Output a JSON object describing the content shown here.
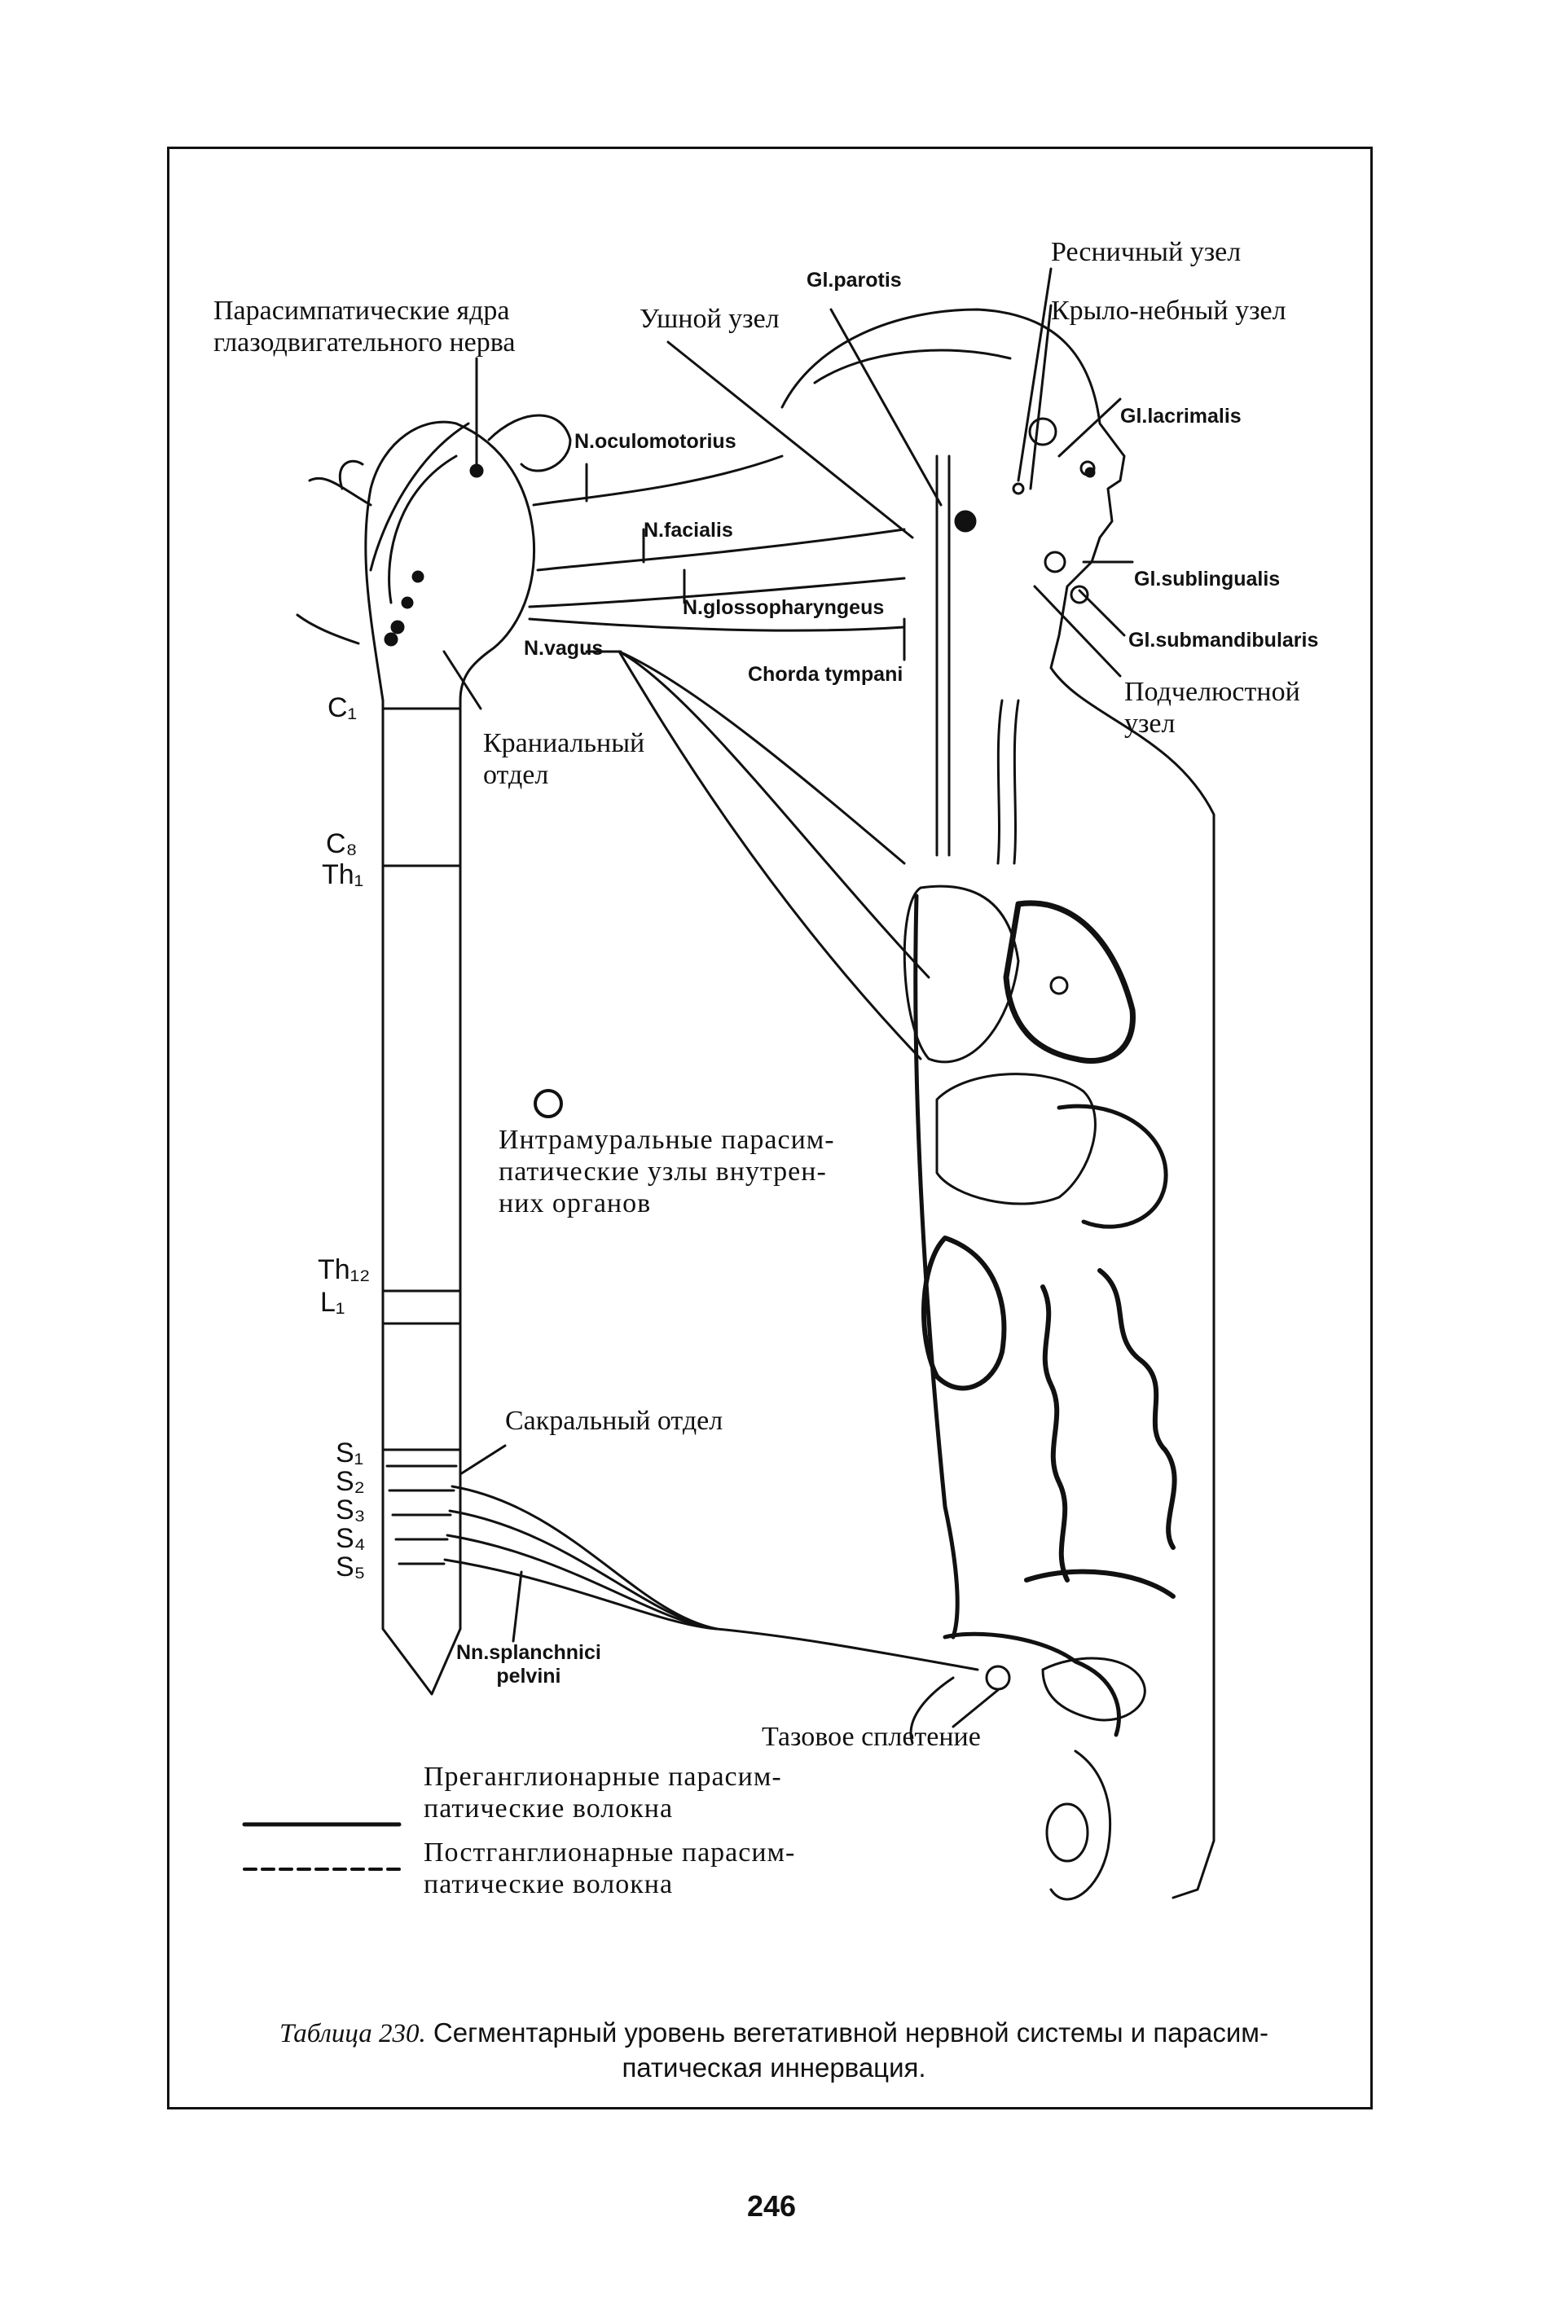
{
  "labels": {
    "parasymp_nuclei": "Парасимпатические ядра\nглазодвигательного нерва",
    "ear_ganglion": "Ушной узел",
    "gl_parotis": "Gl.parotis",
    "ciliary_ganglion": "Ресничный узел",
    "pterygopalatine_ganglion": "Крыло-небный узел",
    "n_oculomotorius": "N.oculomotorius",
    "gl_lacrimalis": "Gl.lacrimalis",
    "n_facialis": "N.facialis",
    "n_glossopharyngeus": "N.glossopharyngeus",
    "gl_sublingualis": "Gl.sublingualis",
    "gl_submandibularis": "Gl.submandibularis",
    "n_vagus": "N.vagus",
    "chorda_tympani": "Chorda tympani",
    "submandibular_ganglion": "Подчелюстной\nузел",
    "cranial_division": "Краниальный\nотдел",
    "intramural_ganglia": "Интрамуральные парасим-\nпатические узлы внутрен-\nних органов",
    "sacral_division": "Сакральный отдел",
    "nn_splanchnici_pelvini": "Nn.splanchnici\npelvini",
    "pelvic_plexus": "Тазовое сплетение"
  },
  "segments": {
    "c1": "C₁",
    "c8": "C₈",
    "th1": "Th₁",
    "th12": "Th₁₂",
    "l1": "L₁",
    "s1": "S₁",
    "s2": "S₂",
    "s3": "S₃",
    "s4": "S₄",
    "s5": "S₅"
  },
  "legend": {
    "preganglionic": "Преганглионарные парасим-\nпатические волокна",
    "postganglionic": "Постганглионарные парасим-\nпатические волокна"
  },
  "caption": {
    "table_label": "Таблица 230.",
    "text": " Сегментарный уровень вегетативной нервной системы и парасим-\nпатическая иннервация."
  },
  "page_number": "246"
}
